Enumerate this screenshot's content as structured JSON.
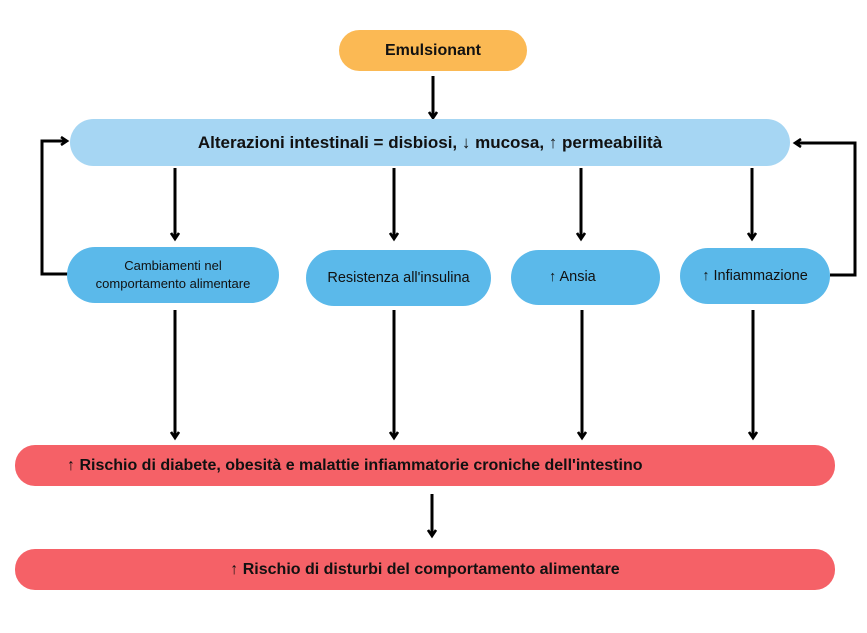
{
  "nodes": {
    "emulsionant": "Emulsionant",
    "alterazioni": "Alterazioni intestinali = disbiosi, ↓ mucosa, ↑ permeabilità",
    "cambiamenti": "Cambiamenti nel comportamento alimentare",
    "resistenza": "Resistenza all'insulina",
    "ansia": "↑ Ansia",
    "infiammazione": "↑ Infiammazione",
    "rischio_diabete": "↑ Rischio di diabete, obesità e malattie infiammatorie croniche dell'intestino",
    "rischio_disturbi": "↑ Rischio di disturbi del comportamento alimentare"
  },
  "colors": {
    "orange": "#fbb954",
    "light_blue": "#a6d6f3",
    "blue": "#5bb9ea",
    "red": "#f56167",
    "arrow": "#000000"
  }
}
